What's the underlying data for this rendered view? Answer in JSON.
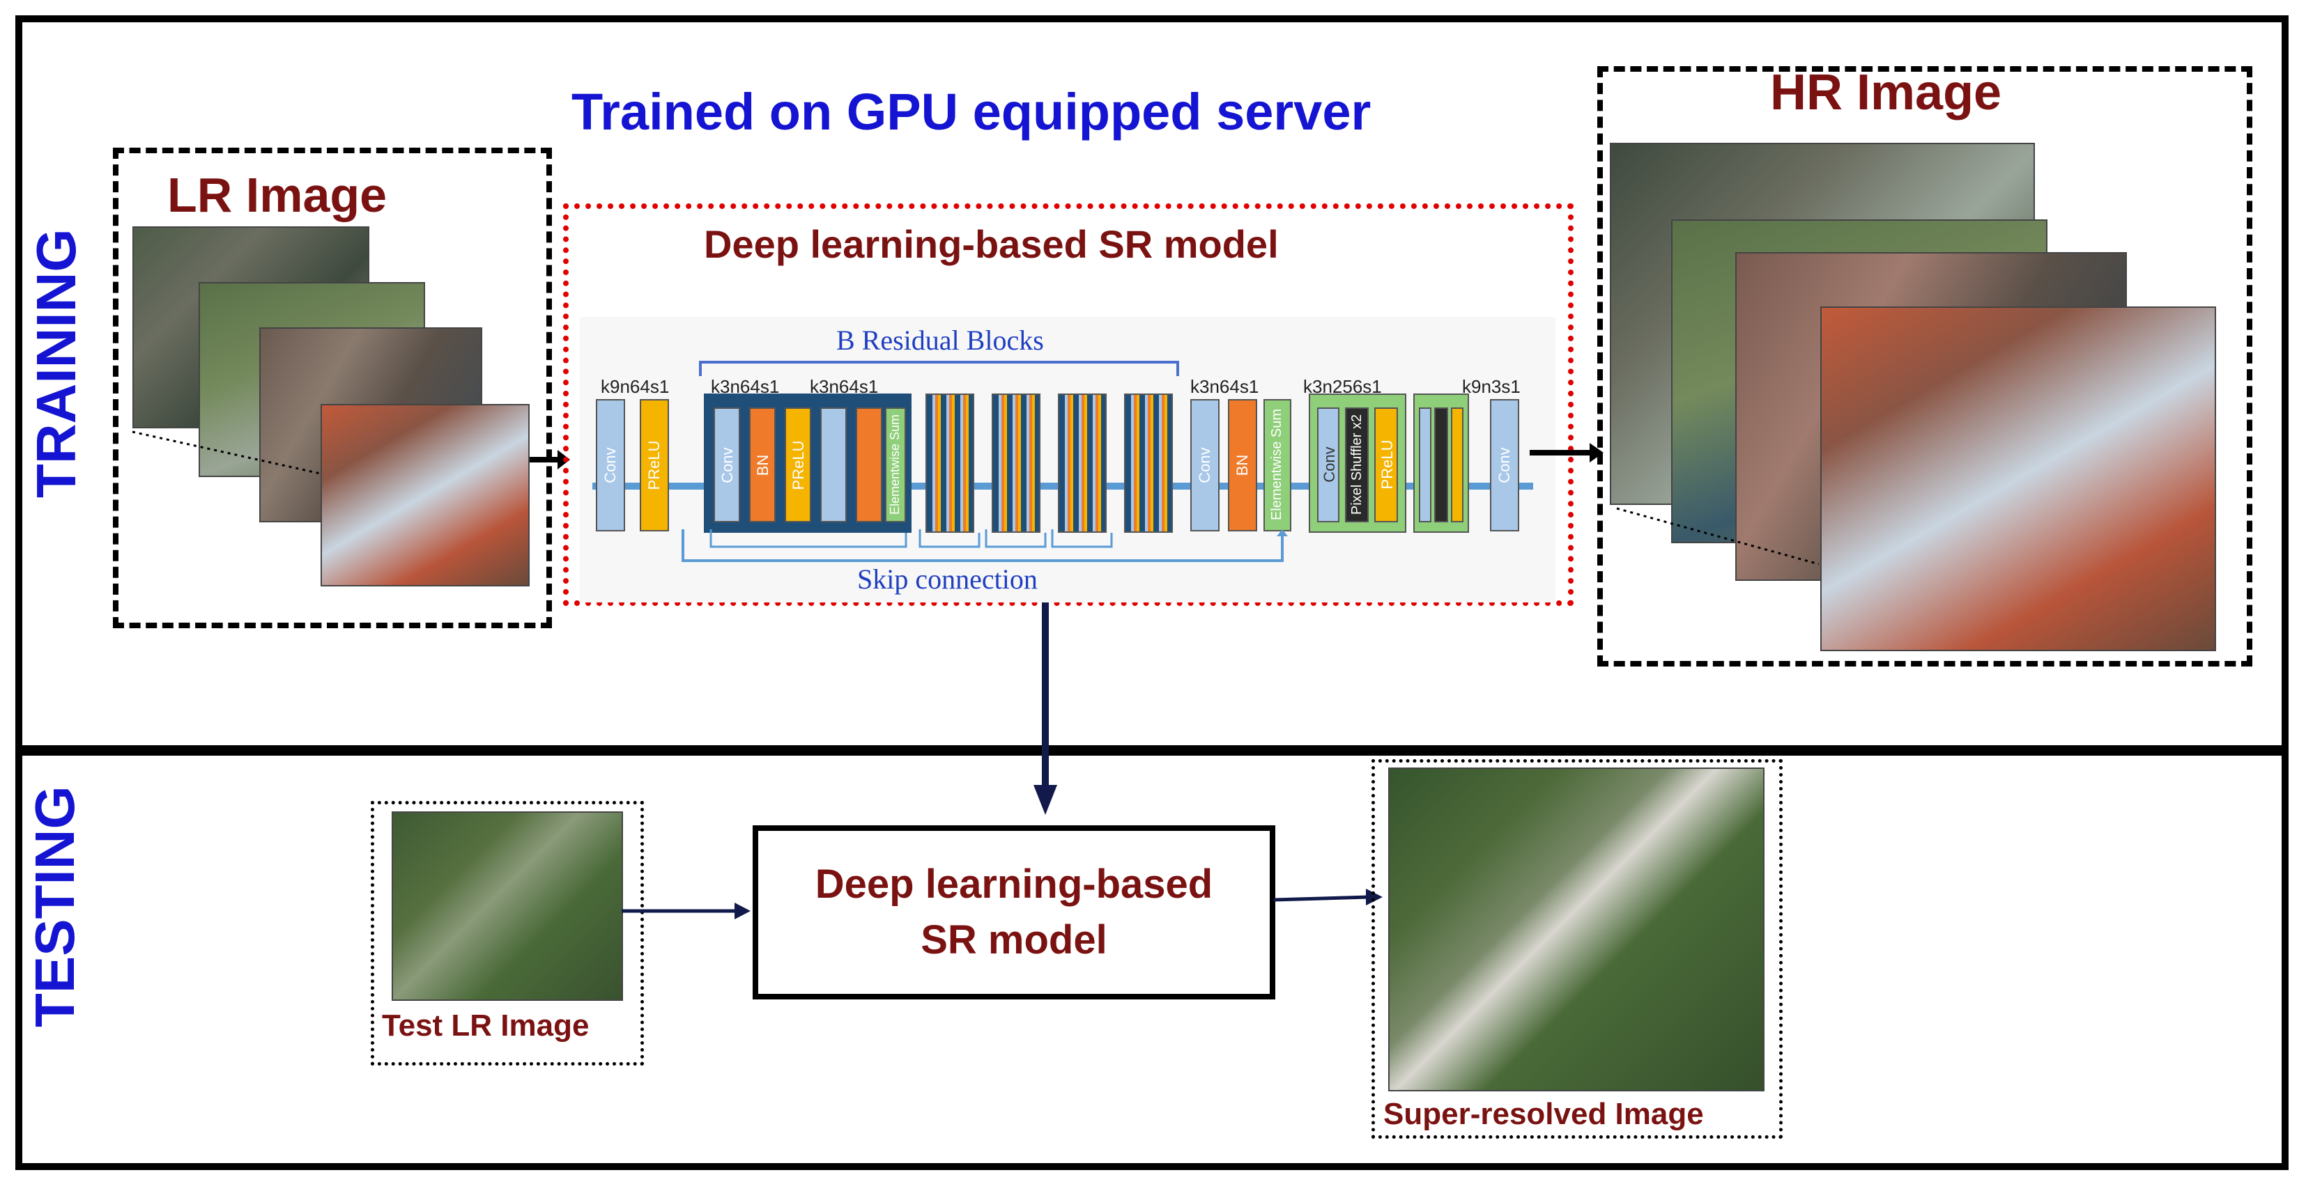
{
  "training": {
    "side_label": "TRAINING",
    "title": "Trained on GPU equipped server",
    "lr_label": "LR Image",
    "hr_label": "HR Image",
    "model_title": "Deep learning-based  SR model",
    "residual_label": "B Residual Blocks",
    "skip_label": "Skip connection",
    "layer_params": [
      "k9n64s1",
      "k3n64s1",
      "k3n64s1",
      "k3n64s1",
      "k3n256s1",
      "k9n3s1"
    ],
    "layers": {
      "conv": "Conv",
      "prelu": "PReLU",
      "bn": "BN",
      "elementwise_sum": "Elementwise Sum",
      "pixel_shuffler": "Pixel Shuffler x2"
    }
  },
  "testing": {
    "side_label": "TESTING",
    "test_lr_label": "Test LR Image",
    "model_line1": "Deep learning-based",
    "model_line2": "SR model",
    "output_label": "Super-resolved Image"
  },
  "colors": {
    "training_title": "#1414d2",
    "label_dark_red": "#7b1212",
    "model_border": "#e00000",
    "conv_block": "#a9c8e8",
    "prelu_block": "#f4b400",
    "bn_block": "#ee7a2a",
    "sum_block": "#8fcf7a",
    "residual_bg": "#1f4e79"
  }
}
